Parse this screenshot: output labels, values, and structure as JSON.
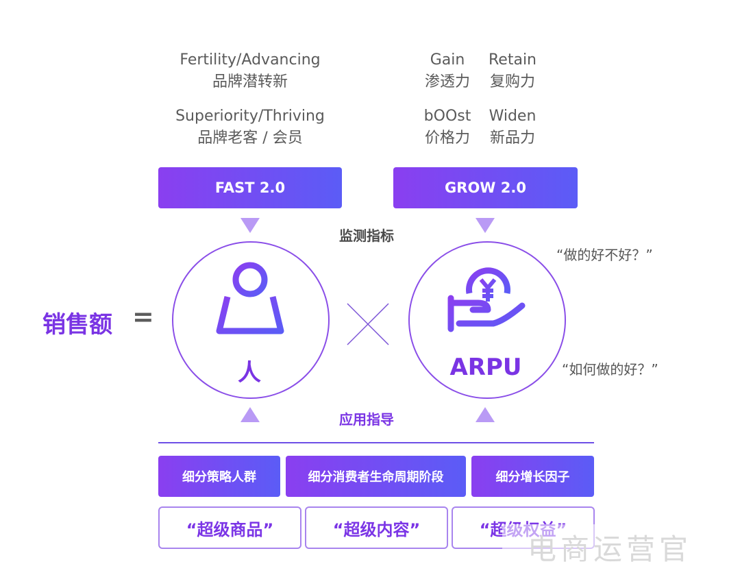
{
  "top": {
    "fast_line1_en": "Fertility/Advancing",
    "fast_line1_cn": "品牌潜转新",
    "fast_line2_en": "Superiority/Thriving",
    "fast_line2_cn": "品牌老客 / 会员",
    "grow_gain_en": "Gain",
    "grow_gain_cn": "渗透力",
    "grow_retain_en": "Retain",
    "grow_retain_cn": "复购力",
    "grow_boost_en": "bOOst",
    "grow_boost_cn": "价格力",
    "grow_widen_en": "Widen",
    "grow_widen_cn": "新品力"
  },
  "headers": {
    "fast": "FAST 2.0",
    "grow": "GROW 2.0"
  },
  "labels": {
    "monitor": "监测指标",
    "apply": "应用指导",
    "sales": "销售额",
    "equals": "=",
    "person": "人",
    "arpu": "ARPU",
    "quote_good": "“做的好不好？”",
    "quote_how": "“如何做的好？”"
  },
  "bottom_row1": [
    "细分策略人群",
    "细分消费者生命周期阶段",
    "细分增长因子"
  ],
  "bottom_row2": [
    "“超级商品”",
    "“超级内容”",
    "“超级权益”"
  ],
  "watermark": "电商运营官",
  "colors": {
    "accent": "#7a34e4",
    "gradient_start": "#8a3ff0",
    "gradient_end": "#5b5cf6",
    "triangle": "#b99af5"
  }
}
